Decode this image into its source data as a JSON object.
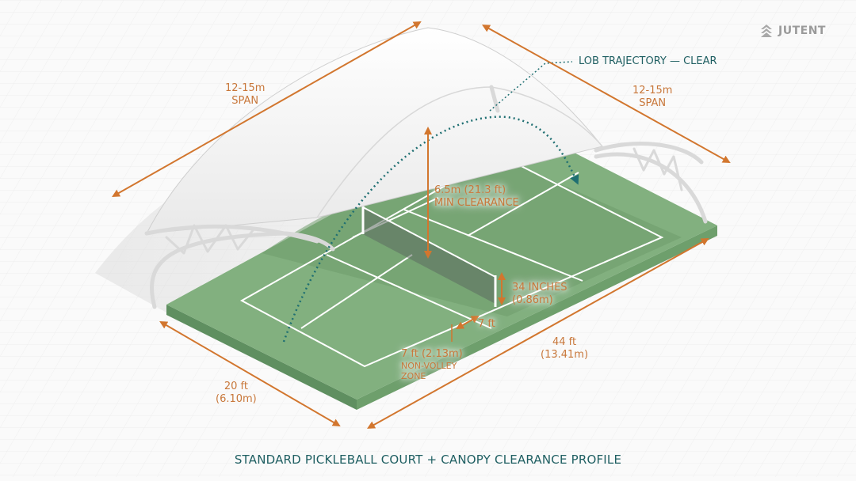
{
  "brand": {
    "name": "JUTENT",
    "icon": "stacked-chevron-logo-icon"
  },
  "caption": "STANDARD PICKLEBALL COURT + CANOPY CLEARANCE PROFILE",
  "colors": {
    "accent_orange": "#d2762e",
    "teal": "#1f5f62",
    "court_green": "#7fae7c",
    "court_green_dark": "#5f8f60",
    "court_edge": "#6b9a69",
    "canopy_white": "#f4f4f4",
    "frame_grey": "#d6d6d6",
    "grid": "#e8e8e8"
  },
  "annotations": {
    "lob": "LOB TRAJECTORY — CLEAR",
    "span_left": {
      "line1": "12-15m",
      "line2": "SPAN"
    },
    "span_right": {
      "line1": "12-15m",
      "line2": "SPAN"
    },
    "clearance": {
      "line1": "6.5m (21.3 ft)",
      "line2": "MIN CLEARANCE"
    },
    "net_height": {
      "line1": "34 INCHES",
      "line2": "(0.86m)"
    },
    "kitchen_arrow": "7 ft",
    "nvz": {
      "line1": "7 ft (2.13m)",
      "line2": "NON-VOLLEY",
      "line3": "ZONE"
    },
    "width": {
      "line1": "20 ft",
      "line2": "(6.10m)"
    },
    "length": {
      "line1": "44 ft",
      "line2": "(13.41m)"
    }
  }
}
